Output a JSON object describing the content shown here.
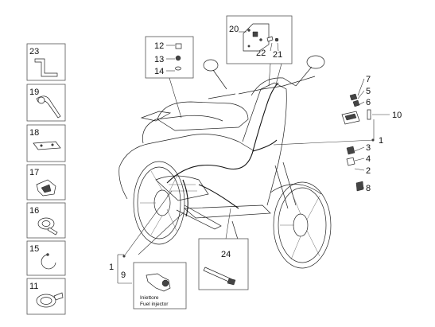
{
  "callouts": {
    "n1a": "1",
    "n1b": "1",
    "n2": "2",
    "n3": "3",
    "n4": "4",
    "n5": "5",
    "n6": "6",
    "n7": "7",
    "n8": "8",
    "n9": "9",
    "n10": "10",
    "n11": "11",
    "n12": "12",
    "n13": "13",
    "n14": "14",
    "n15": "15",
    "n16": "16",
    "n17": "17",
    "n18": "18",
    "n19": "19",
    "n20": "20",
    "n21": "21",
    "n22": "22",
    "n23": "23",
    "n24": "24"
  },
  "injector_label": {
    "line1": "Iniettore",
    "line2": "Fuel injector"
  }
}
